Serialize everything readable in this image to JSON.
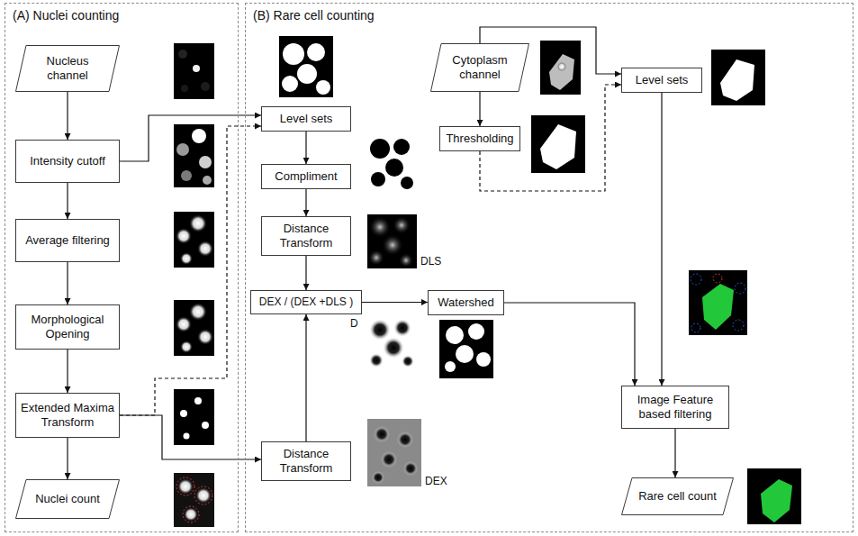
{
  "diagram": {
    "nodes": [
      {
        "text": [
          "(A) Nuclei counting"
        ]
      },
      {
        "text": [
          "Nucleus channel"
        ],
        "in": 0
      },
      {
        "text": [
          "Intensity cutoff"
        ],
        "in": 0
      },
      {
        "text": [
          "Average filtering"
        ],
        "in": 0
      },
      {
        "text": [
          "Morphological Opening"
        ],
        "in": 0
      },
      {
        "text": [
          "Extended Maxima Transform"
        ],
        "in": 0
      },
      {
        "text": [
          "Nuclei count"
        ],
        "in": 0
      },
      {
        "text": [
          "(B) Rare cell counting"
        ]
      },
      {
        "text": [
          "Level sets"
        ],
        "in": 7
      },
      {
        "text": [
          "Compliment"
        ],
        "in": 7
      },
      {
        "text": [
          "Distance Transform"
        ],
        "in": 7
      },
      {
        "text": [
          "DEX / (DEX +DLS )"
        ],
        "in": 7
      },
      {
        "text": [
          "Distance Transform"
        ],
        "in": 7
      },
      {
        "text": [
          "Watershed"
        ],
        "in": 7
      },
      {
        "text": [
          "Cytoplasm channel"
        ],
        "in": 7
      },
      {
        "text": [
          "Thresholding"
        ],
        "in": 7
      },
      {
        "text": [
          "Level sets"
        ],
        "in": 7
      },
      {
        "text": [
          "Image Feature based filtering"
        ],
        "in": 7
      },
      {
        "text": [
          "Rare cell count"
        ],
        "in": 7
      }
    ],
    "edges": [
      {
        "from": 1,
        "to": 2,
        "arrow": "to"
      },
      {
        "from": 2,
        "to": 3,
        "arrow": "to"
      },
      {
        "from": 3,
        "to": 4,
        "arrow": "to"
      },
      {
        "from": 4,
        "to": 5,
        "arrow": "to"
      },
      {
        "from": 5,
        "to": 6,
        "arrow": "to"
      },
      {
        "from": 2,
        "to": 8,
        "arrow": "to"
      },
      {
        "from": 5,
        "to": 8,
        "arrow": "to"
      },
      {
        "from": 5,
        "to": 12,
        "arrow": "to"
      },
      {
        "from": 8,
        "to": 9,
        "arrow": "to"
      },
      {
        "from": 9,
        "to": 10,
        "arrow": "to"
      },
      {
        "from": 10,
        "to": 11,
        "arrow": "to"
      },
      {
        "from": 12,
        "to": 11,
        "arrow": "to"
      },
      {
        "from": 11,
        "to": 13,
        "arrow": "to"
      },
      {
        "from": 14,
        "to": 15,
        "arrow": "to"
      },
      {
        "from": 14,
        "to": 16,
        "arrow": "to"
      },
      {
        "from": 15,
        "to": 16,
        "arrow": "to"
      },
      {
        "from": 16,
        "to": 17,
        "arrow": "to"
      },
      {
        "from": 13,
        "to": 17,
        "arrow": "to"
      },
      {
        "from": 17,
        "to": 18,
        "arrow": "to"
      }
    ],
    "labels": [
      "DLS",
      "D",
      "DEX"
    ]
  }
}
